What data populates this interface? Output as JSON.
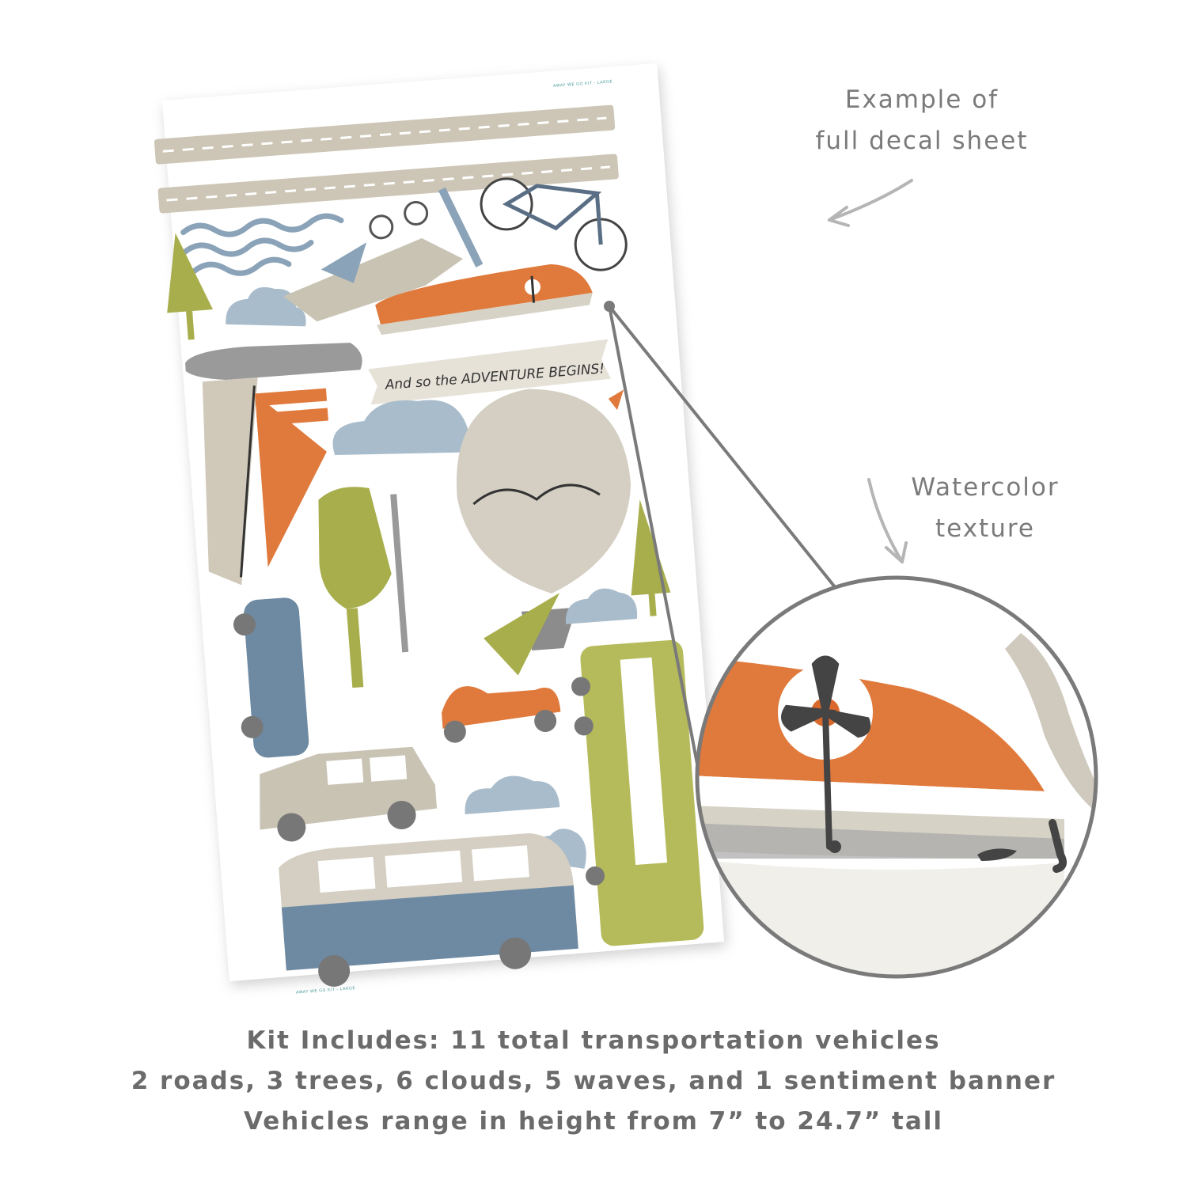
{
  "callouts": {
    "example": [
      "Example of",
      "full decal sheet"
    ],
    "watercolor": [
      "Watercolor",
      "texture"
    ]
  },
  "sheet": {
    "banner": "And so the ADVENTURE BEGINS!",
    "top_label": "AWAY WE GO KIT - LARGE",
    "bottom_label": "AWAY WE GO KIT - LARGE"
  },
  "footer": {
    "lines": [
      "Kit Includes: 11 total transportation vehicles",
      "2 roads, 3 trees, 6 clouds, 5 waves, and 1 sentiment banner",
      "Vehicles range in height from 7” to 24.7” tall"
    ]
  },
  "colors": {
    "orange": "#e07a3c",
    "slate_blue": "#6e8aa3",
    "olive": "#a8ae4c",
    "sand": "#c9c3b4",
    "gray": "#9a9a9a",
    "text_gray": "#7a7a7a"
  }
}
